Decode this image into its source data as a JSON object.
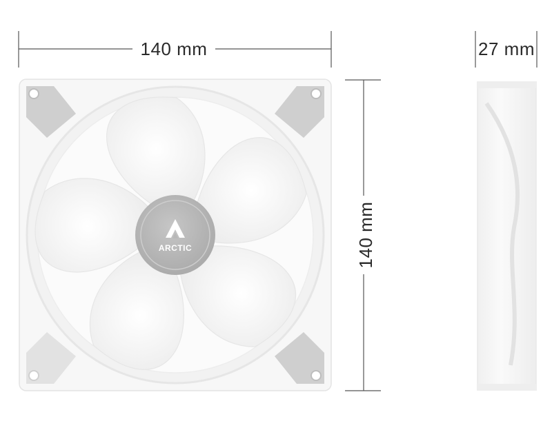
{
  "dimensions": {
    "width_label": "140 mm",
    "height_label": "140 mm",
    "depth_label": "27 mm"
  },
  "hub": {
    "brand": "ARCTIC",
    "icon": "arctic-logo-icon"
  },
  "colors": {
    "frame": "#f7f7f7",
    "frame_edge": "#e6e6e6",
    "corner_pad": "#cfcfcf",
    "blade": "#f4f4f4",
    "hub": "#b8b8b8",
    "dimension_line": "#555555",
    "text": "#2a2a2a"
  }
}
